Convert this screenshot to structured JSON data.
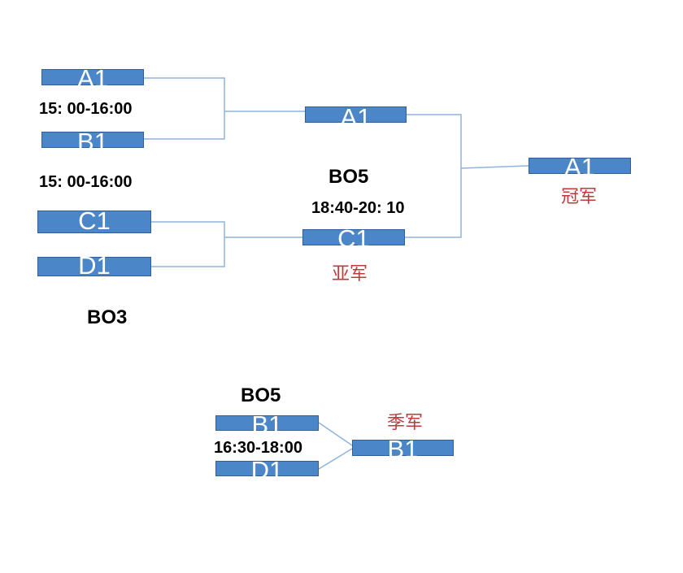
{
  "semifinals": {
    "match1": {
      "top": "A1",
      "bottom": "B1",
      "time": "15: 00-16:00"
    },
    "match2": {
      "top": "C1",
      "bottom": "D1",
      "time": "15: 00-16:00"
    },
    "format": "BO3"
  },
  "final": {
    "top": "A1",
    "bottom": "C1",
    "format": "BO5",
    "time": "18:40-20: 10",
    "runner_up_label": "亚军"
  },
  "champion": {
    "name": "A1",
    "label": "冠军"
  },
  "third_place": {
    "format": "BO5",
    "top": "B1",
    "bottom": "D1",
    "time": "16:30-18:00",
    "winner": "B1",
    "label": "季军"
  },
  "colors": {
    "box_fill": "#4a86c8",
    "box_border": "#2e5f99",
    "line": "#8fb3d9",
    "place_text": "#c0393b"
  }
}
